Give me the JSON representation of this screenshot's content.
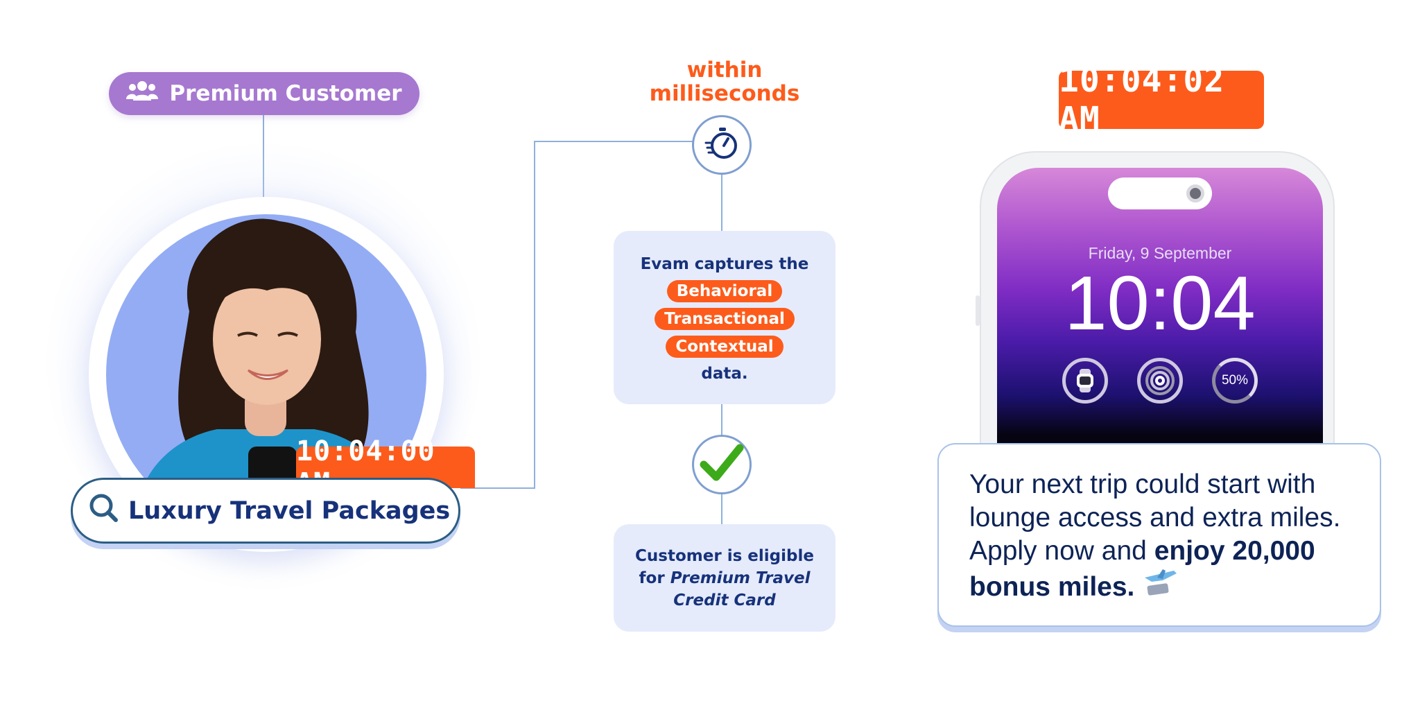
{
  "customer": {
    "segment_label": "Premium Customer",
    "segment_icon": "users-icon",
    "search_icon": "search-icon",
    "search_query": "Luxury Travel Packages",
    "search_time": "10:04:00 AM"
  },
  "pipeline": {
    "timing_line1": "within",
    "timing_line2": "milliseconds",
    "timer_icon": "stopwatch-icon",
    "capture_intro": "Evam captures the",
    "capture_tags": [
      "Behavioral",
      "Transactional",
      "Contextual"
    ],
    "capture_outro": "data.",
    "check_icon": "checkmark-icon",
    "result_text": "Customer is eligible for",
    "result_product": "Premium Travel Credit Card"
  },
  "delivery": {
    "delivery_time": "10:04:02 AM",
    "lock_date": "Friday, 9 September",
    "lock_time": "10:04",
    "battery_label": "50%",
    "message_text": "Your next trip could start with lounge access and extra miles. Apply now and",
    "message_bold": "enjoy 20,000 bonus miles.",
    "message_icon": "plane-icon"
  },
  "colors": {
    "accent_orange": "#fd5b1b",
    "segment_purple": "#a678d0",
    "navy_text": "#17327a",
    "card_bg": "#e5ebfb",
    "connector": "#8fb0dc"
  }
}
